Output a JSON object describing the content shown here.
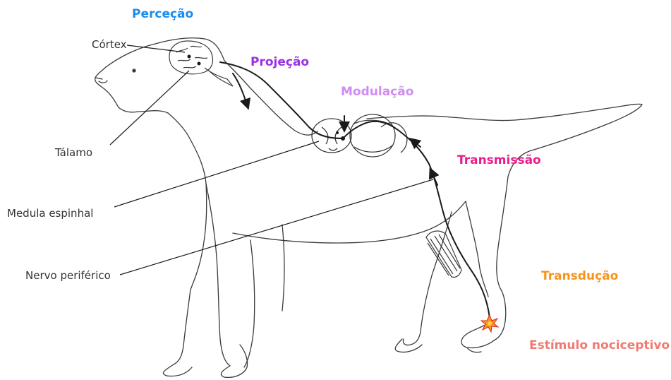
{
  "anatomy_labels": {
    "cortex": "Córtex",
    "thalamus": "Tálamo",
    "spinal_cord": "Medula espinhal",
    "peripheral_nerve": "Nervo periférico"
  },
  "process_labels": {
    "perception": "Perceção",
    "projection": "Projeção",
    "modulation": "Modulação",
    "transmission": "Transmissão",
    "transduction": "Transdução",
    "stimulus": "Estímulo nociceptivo"
  },
  "colors": {
    "perception": "#1a8cf0",
    "projection": "#9b30e6",
    "modulation": "#d08cf0",
    "transmission": "#ec1c8c",
    "transduction": "#f7941d",
    "stimulus": "#f07a72",
    "outline": "#3a3a3a",
    "leader": "#1a1a1a"
  }
}
